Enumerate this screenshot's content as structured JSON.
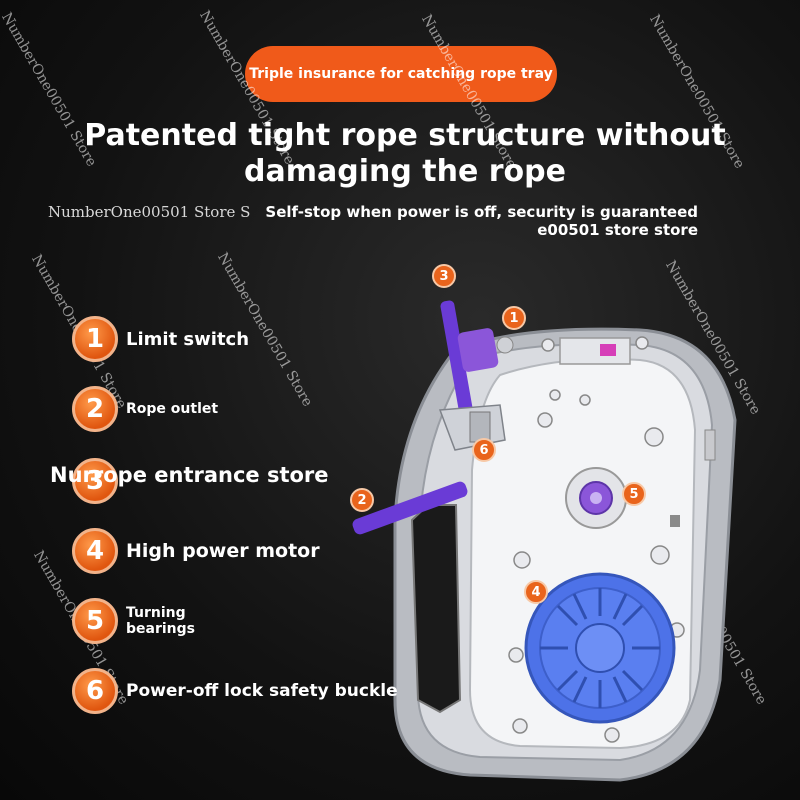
{
  "banner": "Triple insurance for catching rope tray",
  "headline_line1": "Patented tight rope structure without",
  "headline_line2": "damaging the rope",
  "store_left": "NumberOne00501 Store S",
  "selfstop_line1": "Self-stop when power is off, security is guaranteed",
  "selfstop_line2": "e00501 store store",
  "overlay_text": "Nurrope entrance store",
  "features": [
    {
      "number": "1",
      "label": "Limit switch"
    },
    {
      "number": "2",
      "label": "Rope outlet"
    },
    {
      "number": "3",
      "label": ""
    },
    {
      "number": "4",
      "label": "High power motor"
    },
    {
      "number": "5",
      "label": "Turning bearings"
    },
    {
      "number": "6",
      "label": "Power-off lock safety buckle"
    }
  ],
  "callouts": [
    "1",
    "2",
    "3",
    "4",
    "5",
    "6"
  ],
  "watermarks": [
    "NumberOne00501 Store",
    "NumberOne00501 Store",
    "NumberOne00501 Store",
    "NumberOne00501 Store",
    "NumberOne00501 Store",
    "NumberOne00501 Store",
    "NumberOne00501 Store",
    "NumberOne00501 Store",
    "NumberOne00501 Store"
  ],
  "colors": {
    "accent": "#f05a1a",
    "badge": "#e9641c",
    "purple": "#6a3bd6",
    "motor": "#4d72e8"
  }
}
